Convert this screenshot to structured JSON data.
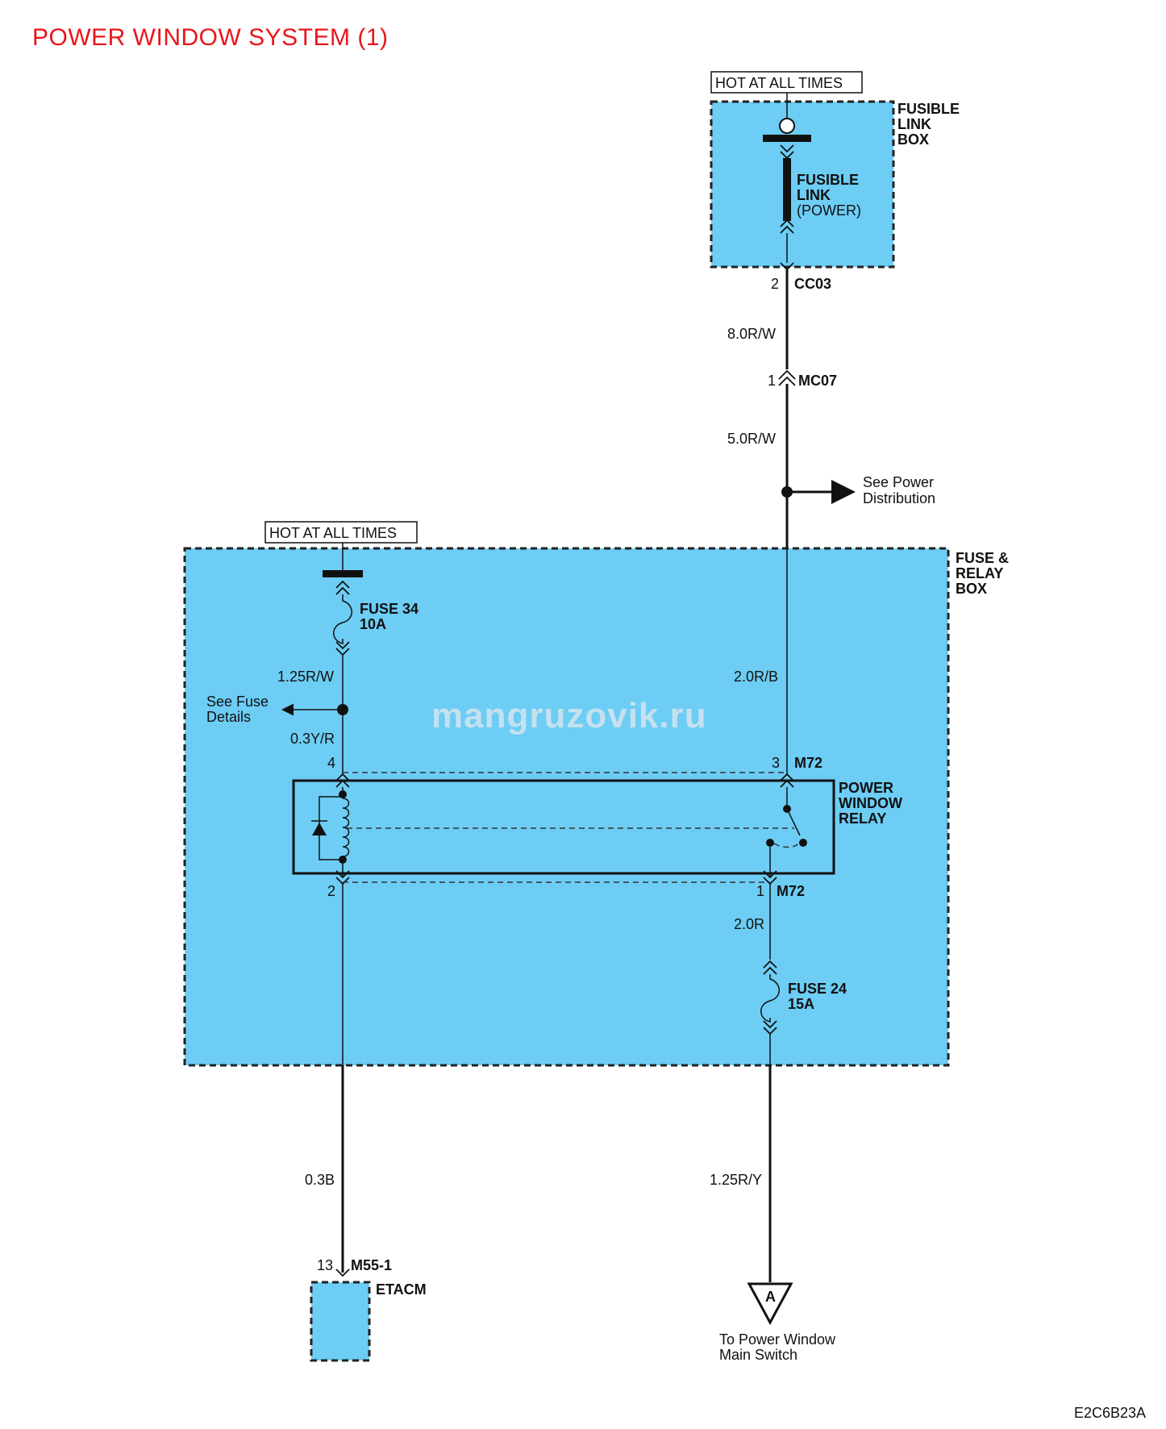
{
  "title": "POWER WINDOW SYSTEM (1)",
  "watermark": "mangruzovik.ru",
  "figure_code": "E2C6B23A",
  "fusible_link_box": {
    "supply": "HOT AT ALL TIMES",
    "box_label": [
      "FUSIBLE",
      "LINK",
      "BOX"
    ],
    "link_label": [
      "FUSIBLE",
      "LINK",
      "(POWER)"
    ],
    "connector_pin": "2",
    "connector": "CC03"
  },
  "main_feed": {
    "wire1": "8.0R/W",
    "junction_pin": "1",
    "junction": "MC07",
    "wire2": "5.0R/W",
    "branch_text": [
      "See Power",
      "Distribution"
    ]
  },
  "fuse_relay_box": {
    "supply": "HOT AT ALL TIMES",
    "box_label": [
      "FUSE &",
      "RELAY",
      "BOX"
    ],
    "fuse34": [
      "FUSE 34",
      "10A"
    ],
    "wire_fuse34": "1.25R/W",
    "branch_text": [
      "See Fuse",
      "Details"
    ],
    "wire_coil": "0.3Y/R",
    "wire_relay_in": "2.0R/B",
    "pin_4": "4",
    "pin_3": "3",
    "pin_2": "2",
    "pin_1": "1",
    "connector_top": "M72",
    "connector_bottom": "M72",
    "relay_label": [
      "POWER",
      "WINDOW",
      "RELAY"
    ],
    "wire_relay_out": "2.0R",
    "fuse24": [
      "FUSE 24",
      "15A"
    ]
  },
  "ground_path": {
    "wire": "0.3B",
    "pin": "13",
    "connector": "M55-1",
    "module": "ETACM"
  },
  "output_path": {
    "wire": "1.25R/Y",
    "symbol": "A",
    "destination": [
      "To Power Window",
      "Main Switch"
    ]
  }
}
